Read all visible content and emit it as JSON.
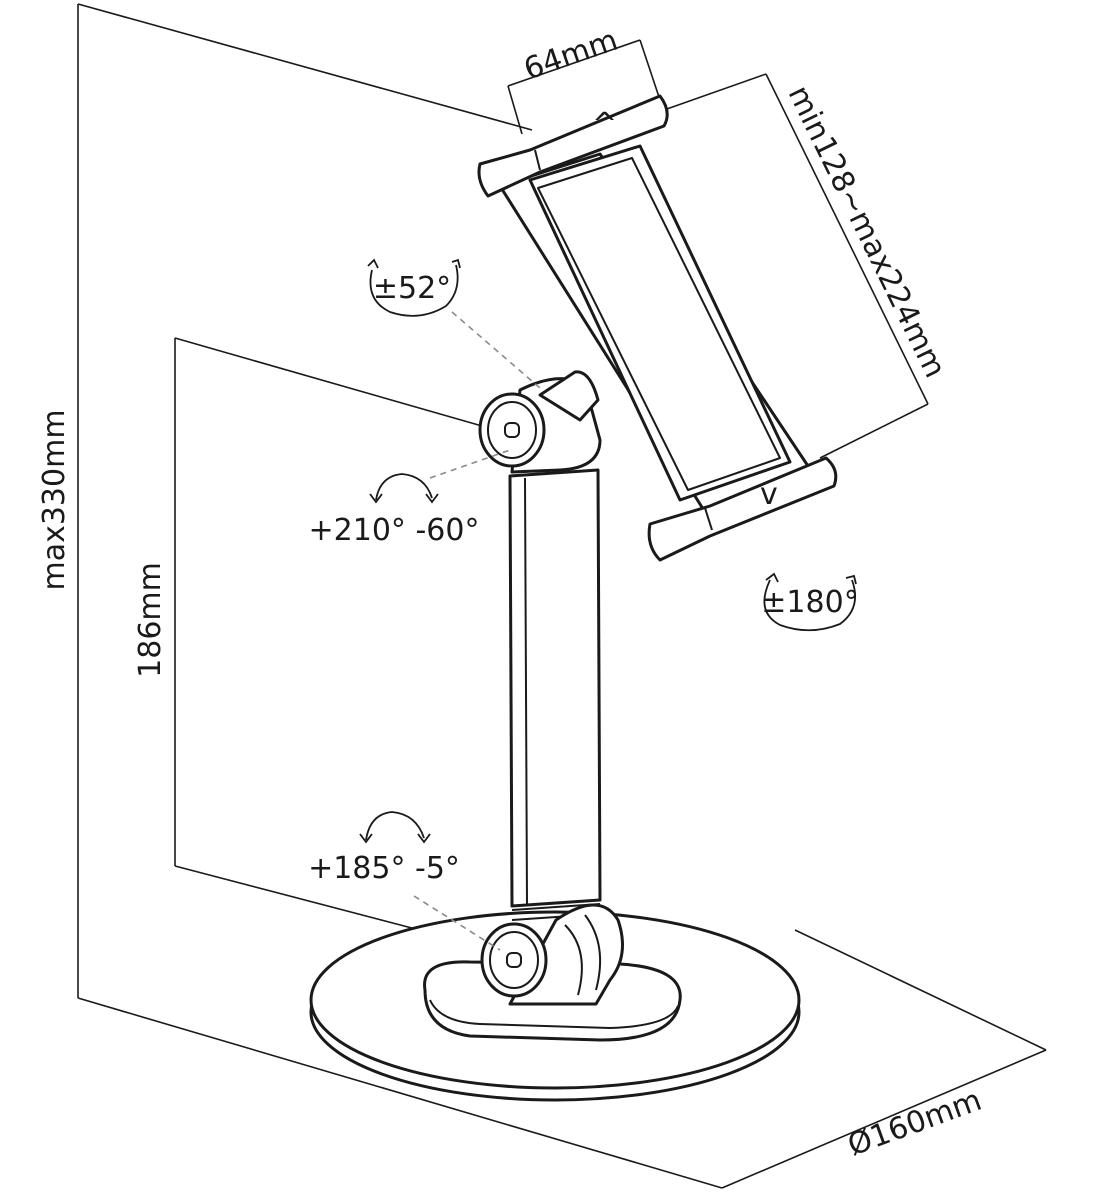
{
  "dimensions": {
    "clamp_depth": "64mm",
    "clamp_range": "min128~max224mm",
    "max_height": "max330mm",
    "arm_height": "186mm",
    "base_diameter": "Ø160mm"
  },
  "rotations": {
    "tilt_top": "±52°",
    "swivel_holder": "±180°",
    "upper_joint": "+210° -60°",
    "lower_joint": "+185° -5°"
  }
}
